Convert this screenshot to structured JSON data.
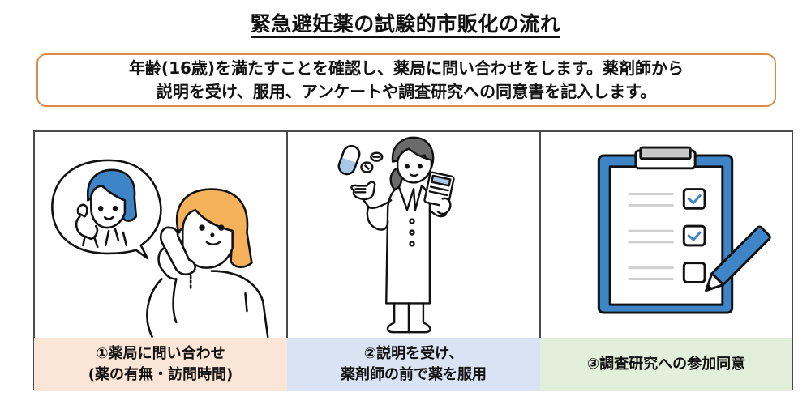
{
  "title": "緊急避妊薬の試験的市販化の流れ",
  "intro": {
    "line1": "年齢(16歳)を満たすことを確認し、薬局に問い合わせをします。薬剤師から",
    "line2": "説明を受け、服用、アンケートや調査研究への同意書を記入します。",
    "border_color": "#de8a45"
  },
  "steps": [
    {
      "illustration": "woman-calling-pharmacy-illustration",
      "line1": "①薬局に問い合わせ",
      "line2": "(薬の有無・訪問時間)",
      "bg_color": "#fbe5d6"
    },
    {
      "illustration": "pharmacist-explaining-illustration",
      "line1": "②説明を受け、",
      "line2": "薬剤師の前で薬を服用",
      "bg_color": "#dae3f3"
    },
    {
      "illustration": "clipboard-checklist-illustration",
      "line1": "③調査研究への参加同意",
      "line2": "",
      "bg_color": "#e2efda"
    }
  ],
  "colors": {
    "blue_accent": "#3d85c6",
    "orange_hair": "#f6b25b",
    "gray_hair": "#6b6b6b"
  }
}
